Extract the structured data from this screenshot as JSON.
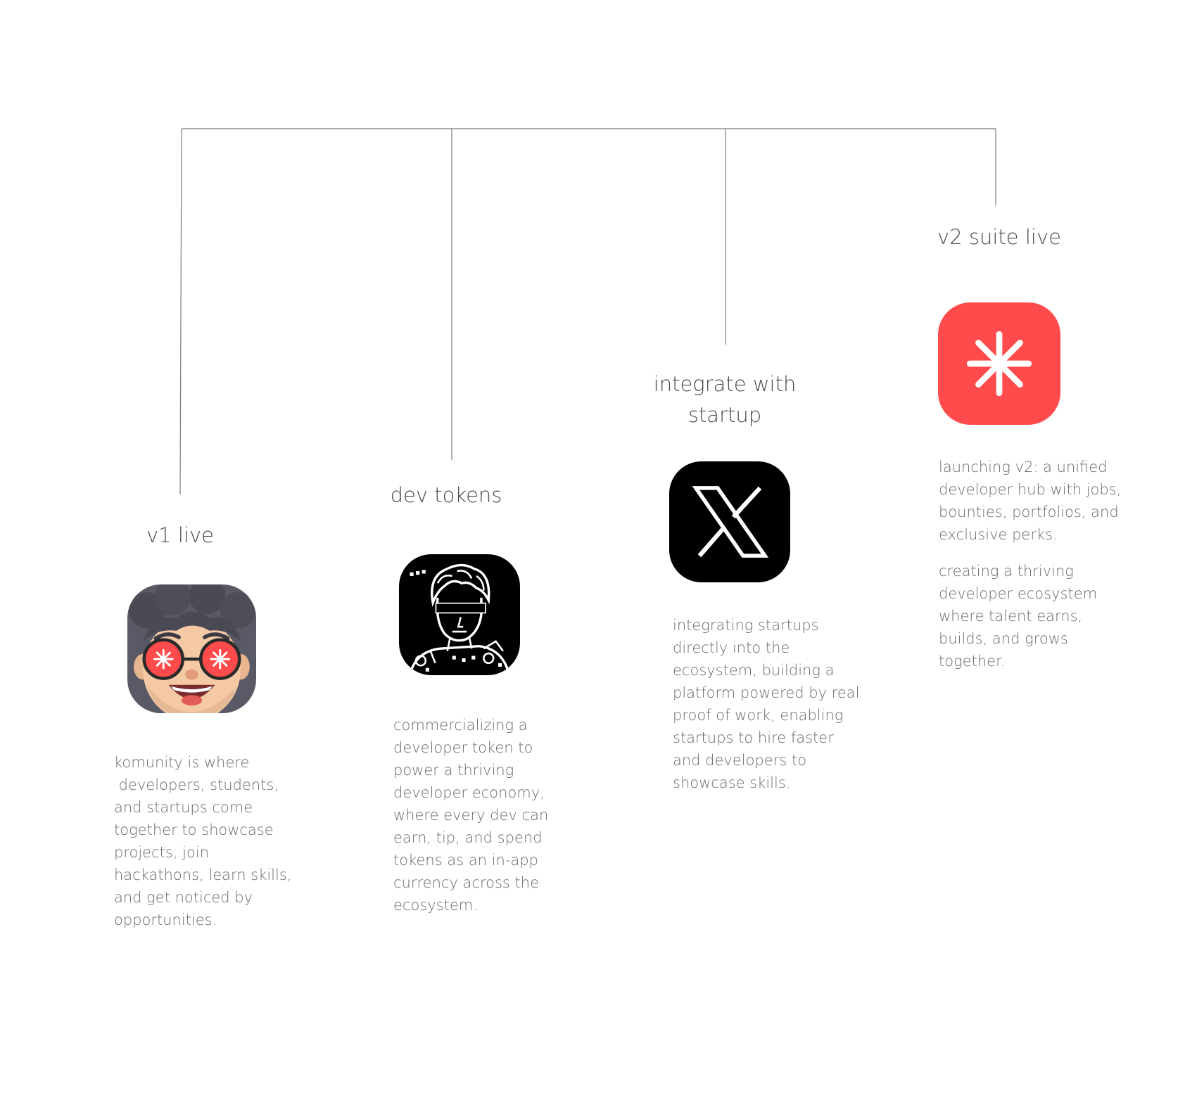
{
  "colors": {
    "connector": "#7c7c7c",
    "title_text": "#4a4a4a",
    "desc_text": "#6a6a6a",
    "accent_red": "#ff4b4b",
    "x_logo_bg": "#000000",
    "avatar_hair": "#5a5a66",
    "avatar_skin": "#f4c9a3"
  },
  "milestones": [
    {
      "id": "v1",
      "title_lines": [
        "v1 live"
      ],
      "icon": "cartoon-developer-avatar-icon",
      "description_lines": [
        "komunity is where",
        " developers, students,",
        "and startups come",
        "together to showcase",
        "projects, join",
        "hackathons, learn skills,",
        "and get noticed by",
        "opportunities."
      ]
    },
    {
      "id": "dev-tokens",
      "title_lines": [
        "dev tokens"
      ],
      "icon": "pixel-art-portrait-icon",
      "description_lines": [
        "commercializing a",
        "developer token to",
        "power a thriving",
        "developer economy,",
        "where every dev can",
        "earn, tip, and spend",
        "tokens as an in-app",
        "currency across the",
        "ecosystem."
      ]
    },
    {
      "id": "startup",
      "title_lines": [
        "integrate with",
        "startup"
      ],
      "icon": "x-logo-icon",
      "description_lines": [
        "integrating startups",
        "directly into the",
        "ecosystem, building a",
        "platform powered by real",
        "proof of work, enabling",
        "startups to hire faster",
        "and developers to",
        "showcase skills."
      ]
    },
    {
      "id": "v2",
      "title_lines": [
        "v2 suite live"
      ],
      "icon": "red-asterisk-logo-icon",
      "description_lines": [
        "launching v2: a unified",
        "developer hub with jobs,",
        "bounties, portfolios, and",
        "exclusive perks."
      ],
      "description_lines_2": [
        "creating a thriving",
        "developer ecosystem",
        "where talent earns,",
        "builds, and grows",
        "together."
      ]
    }
  ]
}
